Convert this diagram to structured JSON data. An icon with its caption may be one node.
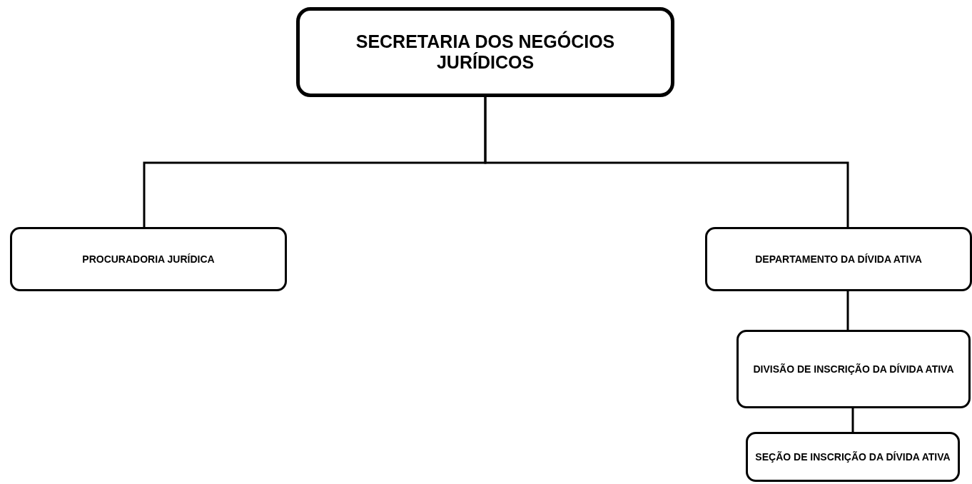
{
  "diagram": {
    "nodes": [
      {
        "text": [
          "SECRETARIA DOS NEGÓCIOS JURÍDICOS"
        ]
      },
      {
        "text": [
          "PROCURADORIA JURÍDICA"
        ]
      },
      {
        "text": [
          "DEPARTAMENTO DA DÍVIDA ATIVA"
        ]
      },
      {
        "text": [
          "DIVISÃO DE INSCRIÇÃO DA DÍVIDA ATIVA"
        ]
      },
      {
        "text": [
          "SEÇÃO DE INSCRIÇÃO DA DÍVIDA ATIVA"
        ]
      }
    ],
    "edges": [
      {
        "from": 0,
        "to": 1,
        "arrow": "none"
      },
      {
        "from": 0,
        "to": 2,
        "arrow": "none"
      },
      {
        "from": 2,
        "to": 3,
        "arrow": "none"
      },
      {
        "from": 3,
        "to": 4,
        "arrow": "none"
      }
    ]
  }
}
